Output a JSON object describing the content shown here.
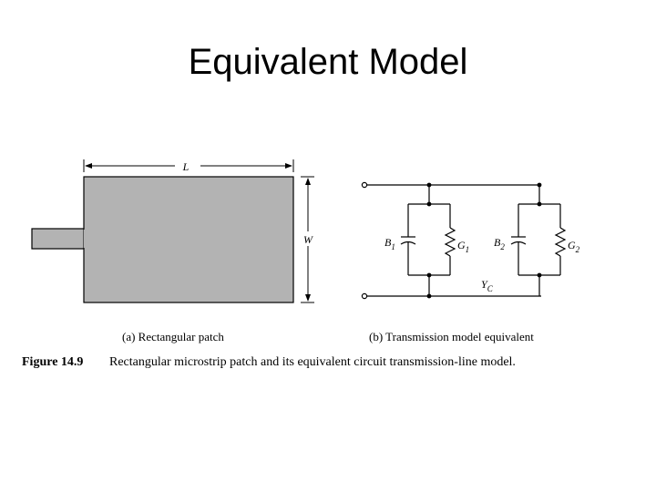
{
  "slide": {
    "title": "Equivalent Model"
  },
  "figure": {
    "patch_caption": "(a) Rectangular patch",
    "circuit_caption": "(b) Transmission model equivalent",
    "figure_number": "Figure 14.9",
    "figure_text": "Rectangular microstrip patch and its equivalent circuit transmission-line model.",
    "patch_length_label": "L",
    "patch_width_label": "W",
    "b1_label": "B",
    "b1_sub": "1",
    "g1_label": "G",
    "g1_sub": "1",
    "b2_label": "B",
    "b2_sub": "2",
    "g2_label": "G",
    "g2_sub": "2",
    "yc_label": "Y",
    "yc_sub": "C"
  },
  "colors": {
    "patch_fill": "#b3b3b3",
    "line": "#000000"
  }
}
